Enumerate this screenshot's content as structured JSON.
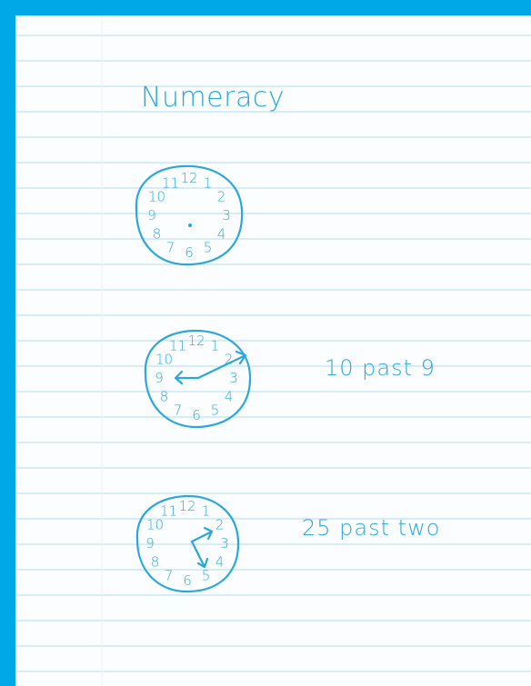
{
  "title": "Numeracy",
  "ink_color": "#2aa7dd",
  "paper_color": "#fbfdff",
  "border_color": "#00a8e8",
  "clocks": [
    {
      "name": "clock-blank",
      "caption": "",
      "numbers": [
        "12",
        "1",
        "2",
        "3",
        "4",
        "5",
        "6",
        "7",
        "8",
        "9",
        "10",
        "11"
      ],
      "has_hands": false
    },
    {
      "name": "clock-ten-past-nine",
      "caption": "10 past 9",
      "numbers": [
        "12",
        "1",
        "2",
        "3",
        "4",
        "5",
        "6",
        "7",
        "8",
        "9",
        "10",
        "11"
      ],
      "has_hands": true
    },
    {
      "name": "clock-twenty-five-past-two",
      "caption": "25 past two",
      "numbers": [
        "12",
        "1",
        "2",
        "3",
        "4",
        "5",
        "6",
        "7",
        "8",
        "9",
        "10",
        "11"
      ],
      "has_hands": true
    }
  ]
}
